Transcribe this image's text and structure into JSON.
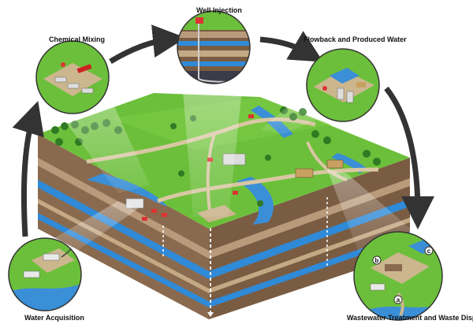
{
  "labels": {
    "well_injection": "Well Injection",
    "chemical_mixing": "Chemical Mixing",
    "flowback": "Flowback and Produced Water",
    "water_acquisition": "Water Acquisition",
    "wastewater": "Wastewater Treatment and Waste Disposal"
  },
  "markers": {
    "a": "a",
    "b": "b",
    "c": "c"
  },
  "colors": {
    "grass": "#6cbf3a",
    "grass_dark": "#4f9a2a",
    "water": "#3a8fd6",
    "soil": "#8a6a4e",
    "rock_band": "#b99b7c",
    "aquifer": "#2f8ad8",
    "arrow": "#333333",
    "path": "#d8c7a2"
  }
}
